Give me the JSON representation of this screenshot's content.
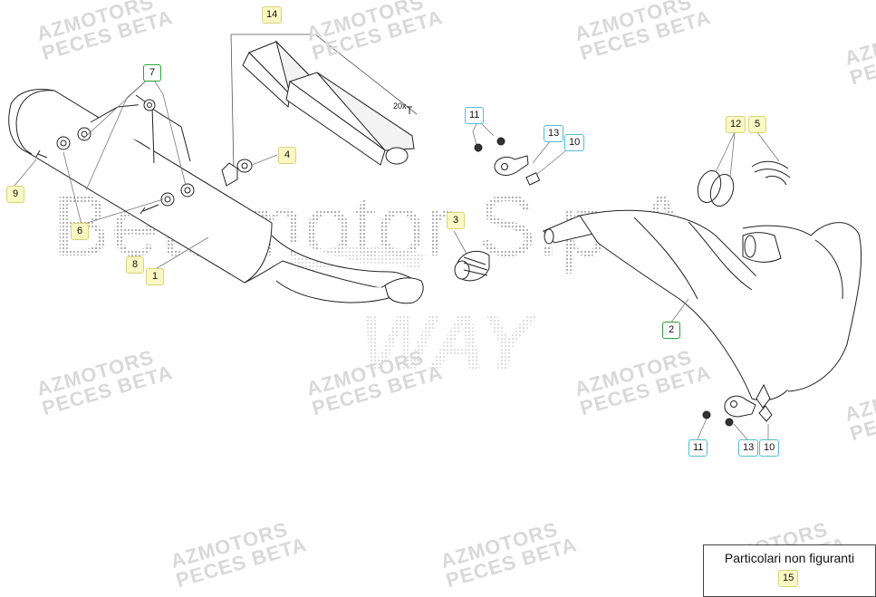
{
  "diagram": {
    "watermark_main": "Betamotor S.p.A.",
    "watermark_logo": "WAY",
    "watermark_tiles": [
      [
        "AZMOTORS",
        "PECES BETA"
      ],
      [
        "AZMOTORS",
        "PECES BETA"
      ],
      [
        "AZMOTORS",
        "PECES BETA"
      ],
      [
        "AZMOTORS",
        "PECES BETA"
      ],
      [
        "AZMOTORS",
        "PECES BETA"
      ],
      [
        "AZMOTORS",
        "PECES BETA"
      ],
      [
        "AZMOTORS",
        "PECES BETA"
      ],
      [
        "AZMOTORS",
        "PECES BETA"
      ],
      [
        "AZMOTORS",
        "PECES BETA"
      ],
      [
        "AZMOTORS",
        "PECES BETA"
      ],
      [
        "AZMOTORS",
        "PECES BETA"
      ]
    ],
    "callouts": [
      {
        "label": "14",
        "style": "yellow"
      },
      {
        "label": "7",
        "style": "green"
      },
      {
        "label": "4",
        "style": "yellow"
      },
      {
        "label": "9",
        "style": "yellow"
      },
      {
        "label": "6",
        "style": "yellow"
      },
      {
        "label": "8",
        "style": "yellow"
      },
      {
        "label": "1",
        "style": "yellow"
      },
      {
        "label": "3",
        "style": "yellow"
      },
      {
        "label": "11",
        "style": "cyan"
      },
      {
        "label": "13",
        "style": "cyan"
      },
      {
        "label": "10",
        "style": "cyan"
      },
      {
        "label": "12",
        "style": "yellow"
      },
      {
        "label": "5",
        "style": "yellow"
      },
      {
        "label": "2",
        "style": "green"
      },
      {
        "label": "11",
        "style": "cyan"
      },
      {
        "label": "13",
        "style": "cyan"
      },
      {
        "label": "10",
        "style": "cyan"
      }
    ],
    "qty_note": "20x",
    "not_shown": {
      "label": "Particolari non figuranti",
      "callout": "15"
    }
  }
}
